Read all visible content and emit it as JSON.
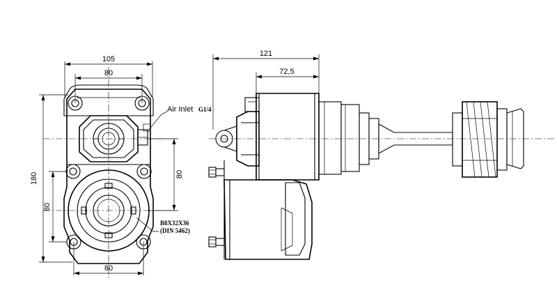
{
  "dimensions": {
    "front_width_overall": "105",
    "front_width_top_bolts": "80",
    "front_height_overall": "180",
    "front_right_vertical": "80",
    "front_left_lower_vertical": "80",
    "front_bottom_width": "80",
    "side_length_overall": "121",
    "side_length_partial": "72,5"
  },
  "annotations": {
    "air_inlet": "Air Inlet",
    "thread": "G1/4",
    "spline_spec": "B8X32X36",
    "spline_standard": "(DIN 5462)"
  }
}
